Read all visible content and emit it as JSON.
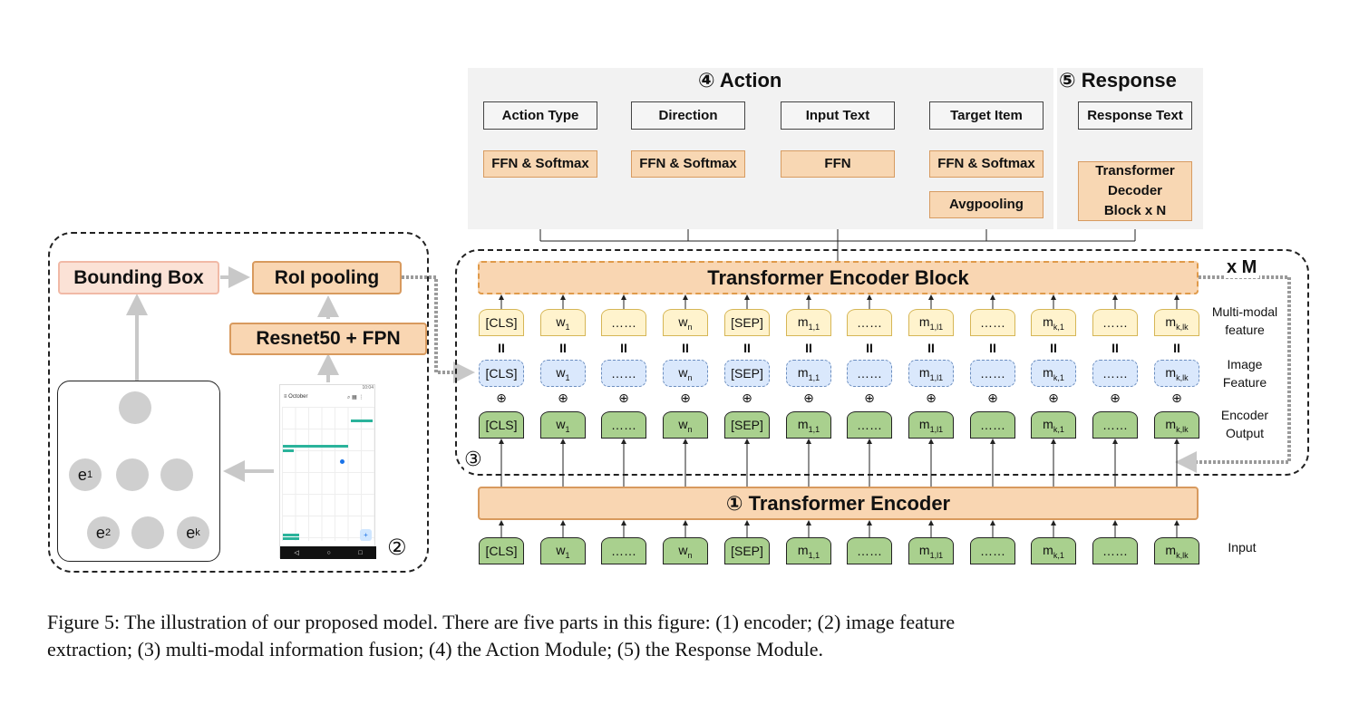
{
  "action_panel": {
    "title": "④ Action",
    "outputs": [
      "Action Type",
      "Direction",
      "Input Text",
      "Target Item"
    ],
    "heads": [
      "FFN & Softmax",
      "FFN & Softmax",
      "FFN",
      "FFN & Softmax"
    ],
    "pooling": "Avgpooling"
  },
  "response_panel": {
    "title": "⑤ Response",
    "output": "Response Text",
    "decoder": [
      "Transformer",
      "Decoder",
      "Block x N"
    ]
  },
  "image_branch": {
    "bounding_box": "Bounding Box",
    "roi_pooling": "RoI pooling",
    "backbone": "Resnet50 + FPN",
    "marker": "②",
    "tree_nodes": {
      "e1": "e",
      "e1_sub": "1",
      "e2": "e",
      "e2_sub": "2",
      "ek": "e",
      "ek_sub": "k"
    },
    "phone": {
      "month": "October",
      "time": "10:04"
    }
  },
  "fusion": {
    "block_label": "Transformer Encoder Block",
    "repeat": "x M",
    "marker": "③",
    "row_labels": {
      "multimodal": [
        "Multi-modal",
        "feature"
      ],
      "image": [
        "Image",
        "Feature"
      ],
      "encoder_out": [
        "Encoder",
        "Output"
      ],
      "input": "Input"
    },
    "eq_symbol": "II",
    "plus_symbol": "⊕"
  },
  "encoder": {
    "label": "① Transformer Encoder"
  },
  "tokens": [
    {
      "base": "[CLS]",
      "sub": ""
    },
    {
      "base": "w",
      "sub": "1"
    },
    {
      "base": "……",
      "sub": ""
    },
    {
      "base": "w",
      "sub": "n"
    },
    {
      "base": "[SEP]",
      "sub": ""
    },
    {
      "base": "m",
      "sub": "1,1"
    },
    {
      "base": "……",
      "sub": ""
    },
    {
      "base": "m",
      "sub": "1,l1"
    },
    {
      "base": "……",
      "sub": ""
    },
    {
      "base": "m",
      "sub": "k,1"
    },
    {
      "base": "……",
      "sub": ""
    },
    {
      "base": "m",
      "sub": "k,lk"
    }
  ],
  "caption": {
    "line1": "Figure 5: The illustration of our proposed model. There are five parts in this figure: (1) encoder; (2) image feature",
    "line2": "extraction; (3) multi-modal information fusion; (4) the Action Module; (5) the Response Module."
  }
}
